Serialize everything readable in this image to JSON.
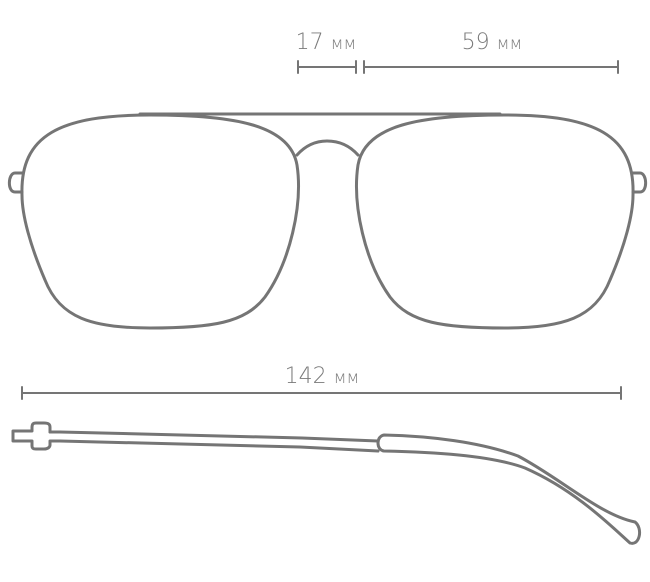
{
  "dimensions": {
    "bridge": {
      "value": "17",
      "unit": "мм"
    },
    "lens": {
      "value": "59",
      "unit": "мм"
    },
    "temple": {
      "value": "142",
      "unit": "мм"
    }
  },
  "colors": {
    "stroke": "#757575"
  }
}
